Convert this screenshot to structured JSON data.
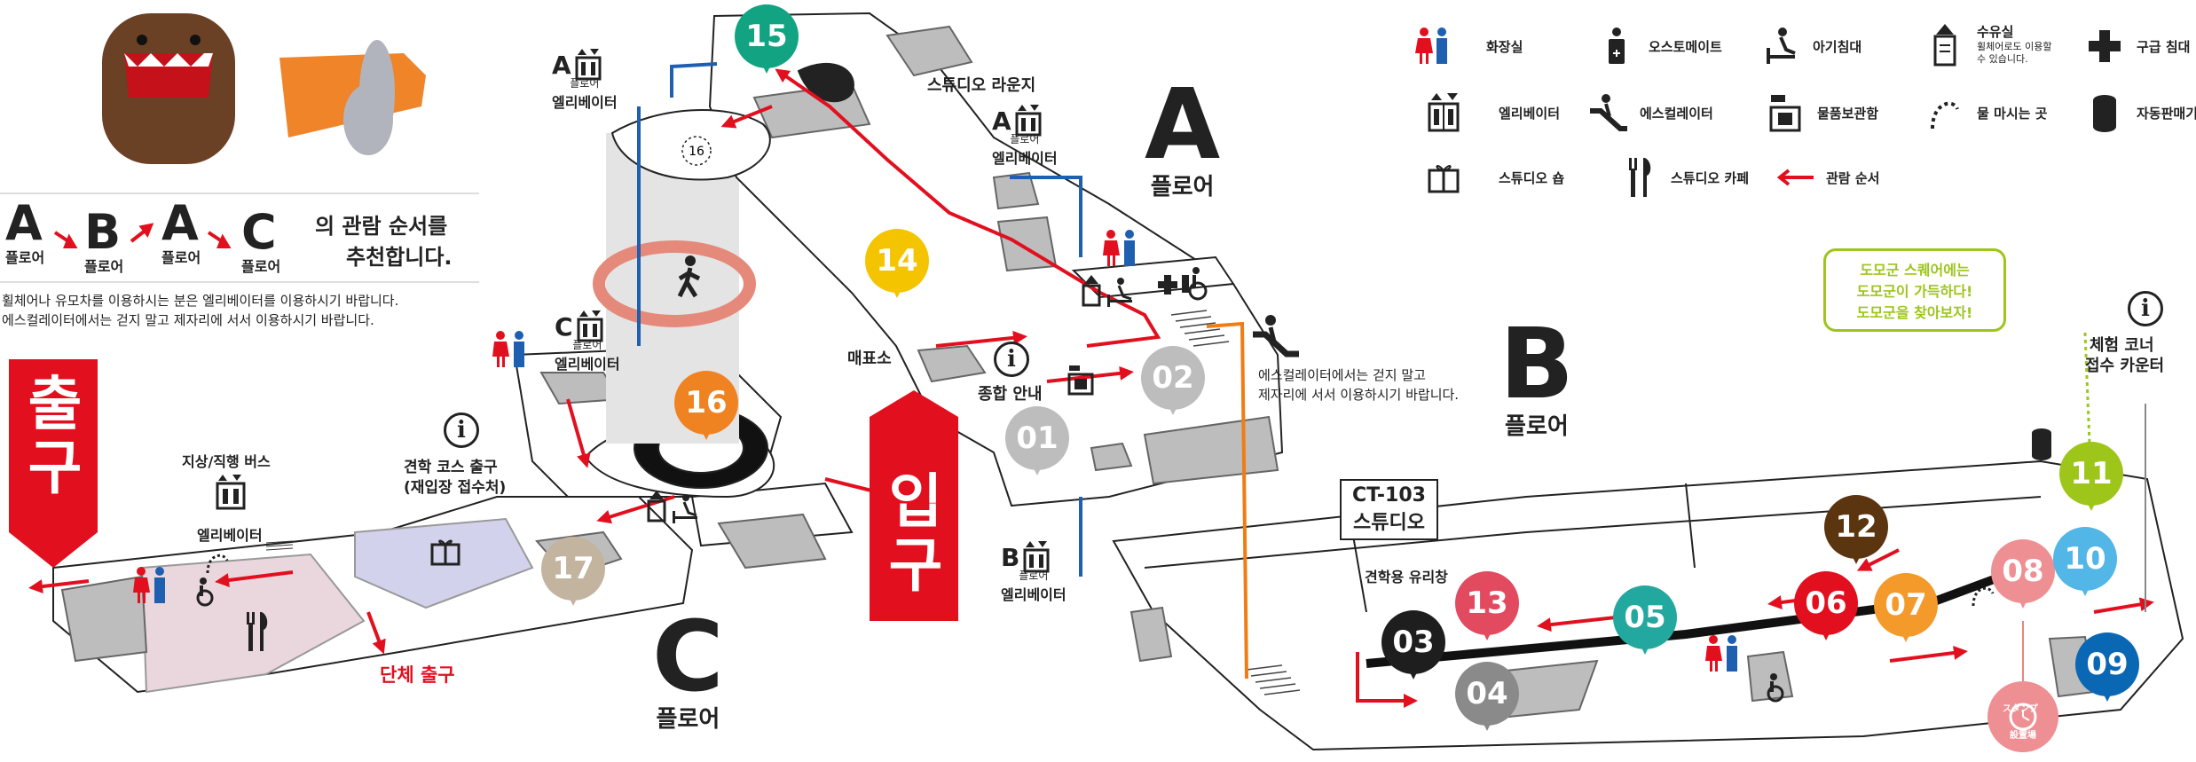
{
  "route": {
    "steps": [
      {
        "letter": "A",
        "floor": "플로어"
      },
      {
        "letter": "B",
        "floor": "플로어"
      },
      {
        "letter": "A",
        "floor": "플로어"
      },
      {
        "letter": "C",
        "floor": "플로어"
      }
    ],
    "suffix_line1": "의 관람 순서를",
    "suffix_line2": "추천합니다.",
    "note_line1": "휠체어나 유모차를 이용하시는 분은 엘리베이터를 이용하시기 바랍니다.",
    "note_line2": "에스컬레이터에서는 걷지 말고 제자리에 서서 이용하시기 바랍니다."
  },
  "legend": [
    {
      "icon": "restroom-icon",
      "label": "화장실"
    },
    {
      "icon": "ostomate-icon",
      "label": "오스토메이트"
    },
    {
      "icon": "baby-bed-icon",
      "label": "아기침대"
    },
    {
      "icon": "nursing-icon",
      "label": "수유실",
      "sub1": "휠체어로도 이용할",
      "sub2": "수 있습니다."
    },
    {
      "icon": "first-aid-icon",
      "label": "구급 침대"
    },
    {
      "icon": "elevator-icon",
      "label": "엘리베이터"
    },
    {
      "icon": "escalator-icon",
      "label": "에스컬레이터"
    },
    {
      "icon": "locker-icon",
      "label": "물품보관함"
    },
    {
      "icon": "water-fountain-icon",
      "label": "물 마시는 곳"
    },
    {
      "icon": "vending-machine-icon",
      "label": "자동판매기"
    },
    {
      "icon": "gift-icon",
      "label": "스튜디오 숍"
    },
    {
      "icon": "cafe-icon",
      "label": "스튜디오 카페"
    },
    {
      "icon": "route-arrow-icon",
      "label": "관람 순서"
    }
  ],
  "floors": {
    "A": {
      "letter": "A",
      "label": "플로어"
    },
    "B": {
      "letter": "B",
      "label": "플로어"
    },
    "C": {
      "letter": "C",
      "label": "플로어"
    }
  },
  "banners": {
    "exit": "출구",
    "entrance": "입구"
  },
  "labels": {
    "studio_lounge": "스튜디오 라운지",
    "elev_a_top": {
      "letter": "A",
      "floor": "플로어",
      "name": "엘리베이터"
    },
    "elev_a_right": {
      "letter": "A",
      "floor": "플로어",
      "name": "엘리베이터"
    },
    "elev_c": {
      "letter": "C",
      "floor": "플로어",
      "name": "엘리베이터"
    },
    "elev_b": {
      "letter": "B",
      "floor": "플로어",
      "name": "엘리베이터"
    },
    "ticket": "매표소",
    "info": "종합 안내",
    "esc_note1": "에스컬레이터에서는 걷지 말고",
    "esc_note2": "제자리에 서서 이용하시기 바랍니다.",
    "bus_line1": "지상/직행 버스",
    "bus_line2": "엘리베이터",
    "tour_exit1": "견학 코스 출구",
    "tour_exit2": "(재입장 접수처)",
    "group_exit": "단체 출구",
    "ct103_1": "CT-103",
    "ct103_2": "스튜디오",
    "glass": "견학용 유리창",
    "domo1": "도모군 스퀘어에는",
    "domo2": "도모군이 가득하다!",
    "domo3": "도모군을 찾아보자!",
    "counter1": "체험 코너",
    "counter2": "접수 카운터",
    "stamp1": "スタンプ",
    "stamp2": "設置場"
  },
  "pins": [
    {
      "num": "01",
      "color": "#bdbdbd"
    },
    {
      "num": "02",
      "color": "#bdbdbd"
    },
    {
      "num": "03",
      "color": "#1e1e1e"
    },
    {
      "num": "04",
      "color": "#8a8a8a"
    },
    {
      "num": "05",
      "color": "#23a8a0"
    },
    {
      "num": "06",
      "color": "#e2101f"
    },
    {
      "num": "07",
      "color": "#f39a2b"
    },
    {
      "num": "08",
      "color": "#ee8f93"
    },
    {
      "num": "09",
      "color": "#0a67b3"
    },
    {
      "num": "10",
      "color": "#52b6e6"
    },
    {
      "num": "11",
      "color": "#9dc51a"
    },
    {
      "num": "12",
      "color": "#5b3510"
    },
    {
      "num": "13",
      "color": "#e24a5f"
    },
    {
      "num": "14",
      "color": "#f5c400"
    },
    {
      "num": "15",
      "color": "#12a382"
    },
    {
      "num": "16",
      "color": "#f08321"
    },
    {
      "num": "17",
      "color": "#c2b49e"
    }
  ],
  "colors": {
    "route": "#e2101f",
    "elevator_line": "#1f5fb0",
    "escalator_line": "#ef7d14",
    "domo_box": "#9dc51a"
  }
}
